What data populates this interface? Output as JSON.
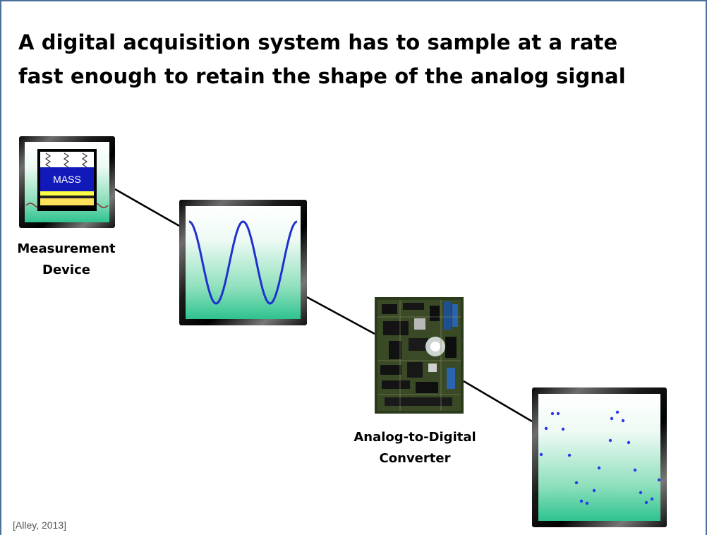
{
  "slide": {
    "title": "A digital acquisition system has to sample at a rate\nfast enough to retain the shape of the analog signal",
    "citation": "[Alley, 2013]"
  },
  "diagram": {
    "measurement_device": {
      "label": "Measurement\nDevice",
      "mass_text": "MASS",
      "icon": "mass-spring-scale-icon"
    },
    "analog_signal": {
      "icon": "sine-wave-icon",
      "wave_color": "#1f2fd0"
    },
    "adc": {
      "label": "Analog-to-Digital\nConverter",
      "icon": "circuit-board-icon"
    },
    "digital_signal": {
      "icon": "sampled-points-icon",
      "point_color": "#2a3ae8"
    }
  },
  "colors": {
    "frame_border": "#4a6f9a",
    "screen_top": "#ffffff",
    "screen_bottom": "#2ec38f",
    "connector": "#000000"
  }
}
